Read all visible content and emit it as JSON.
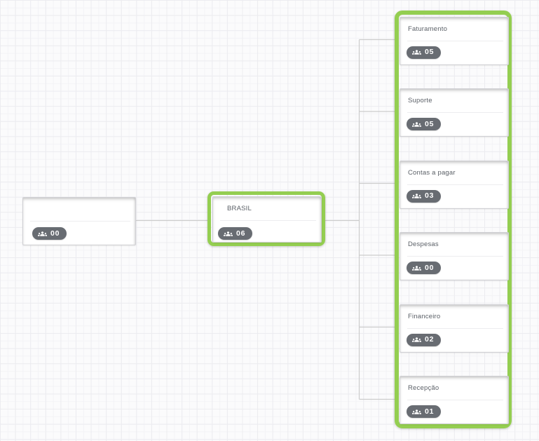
{
  "colors": {
    "highlight_green": "#94ce51",
    "badge_background": "#686c72",
    "connector_gray": "#cccccc"
  },
  "diagram": {
    "type": "org-chart",
    "root_node": {
      "count": "00"
    },
    "parent_node": {
      "title": "BRASIL",
      "count": "06",
      "highlighted": true
    },
    "child_nodes": [
      {
        "title": "Faturamento",
        "count": "05"
      },
      {
        "title": "Suporte",
        "count": "05"
      },
      {
        "title": "Contas a pagar",
        "count": "03"
      },
      {
        "title": "Despesas",
        "count": "00"
      },
      {
        "title": "Financeiro",
        "count": "02"
      },
      {
        "title": "Recepção",
        "count": "01"
      }
    ]
  }
}
